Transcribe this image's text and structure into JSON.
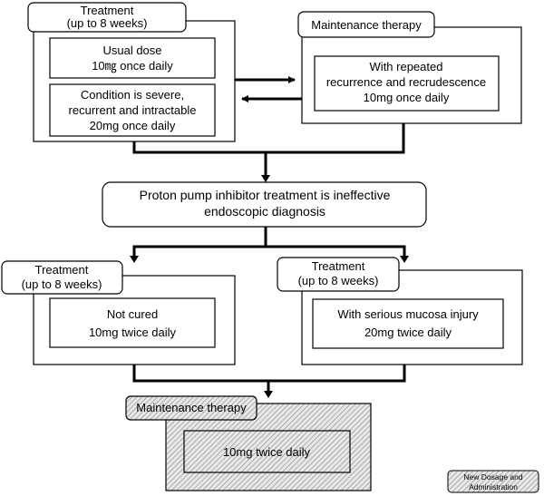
{
  "top_left": {
    "header": [
      "Treatment",
      "(up to 8 weeks)"
    ],
    "usual_dose": [
      "Usual dose",
      "10㎎ once daily"
    ],
    "severe": [
      "Condition is severe,",
      "recurrent and intractable",
      "20mg once daily"
    ]
  },
  "top_right": {
    "header": "Maintenance therapy",
    "repeated": [
      "With repeated",
      "recurrence and recrudescence",
      "10mg once daily"
    ]
  },
  "ppi": [
    "Proton pump inhibitor treatment is ineffective",
    "endoscopic diagnosis"
  ],
  "mid_left": {
    "header": [
      "Treatment",
      "(up to 8 weeks)"
    ],
    "body": [
      "Not cured",
      "10mg twice daily"
    ]
  },
  "mid_right": {
    "header": [
      "Treatment",
      "(up to 8 weeks)"
    ],
    "body": [
      "With serious mucosa injury",
      "20mg twice daily"
    ]
  },
  "bottom": {
    "header": "Maintenance therapy",
    "body": "10mg twice daily"
  },
  "legend": [
    "New Dosage and",
    "Administration"
  ],
  "colors": {
    "line": "#000000",
    "hatch_bg": "#e8e8e8",
    "hatch_line": "#8a8a8a"
  }
}
